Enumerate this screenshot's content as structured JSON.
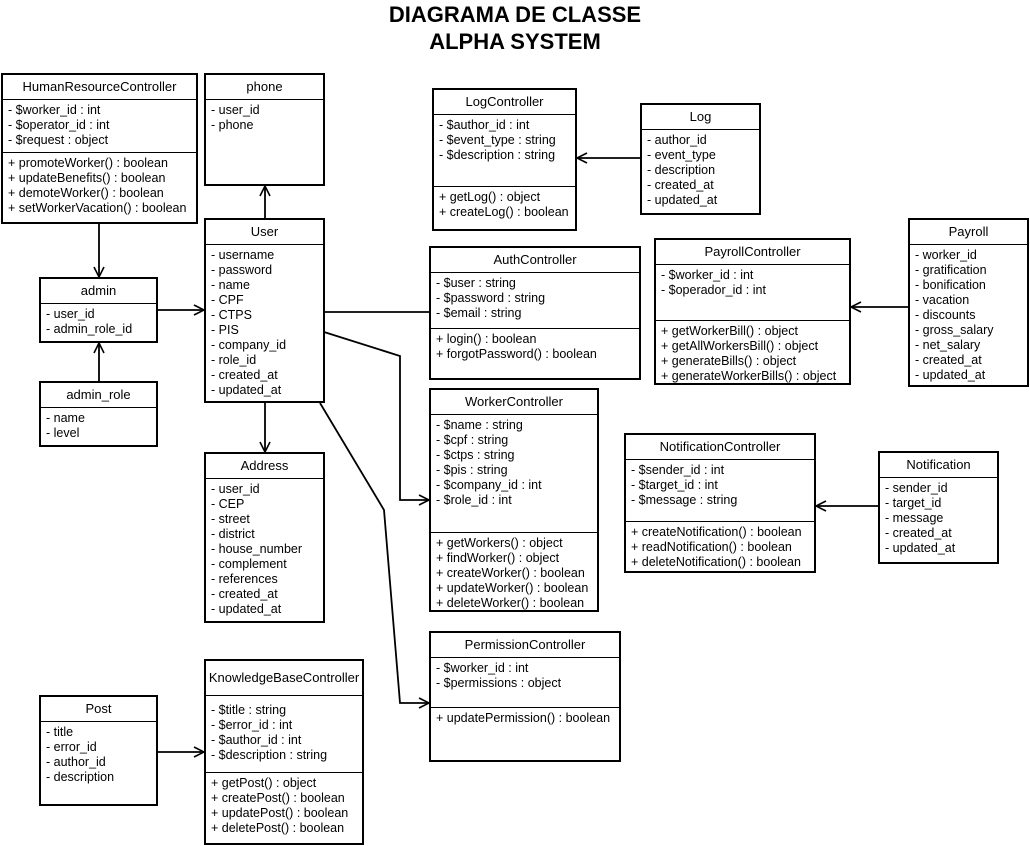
{
  "title": [
    "DIAGRAMA DE CLASSE",
    "ALPHA SYSTEM"
  ],
  "classes": {
    "human_resource_controller": {
      "name": "HumanResourceController",
      "attributes": [
        "- $worker_id : int",
        "- $operator_id : int",
        "- $request : object"
      ],
      "methods": [
        "+ promoteWorker() : boolean",
        "+ updateBenefits() : boolean",
        "+ demoteWorker() : boolean",
        "+ setWorkerVacation() : boolean"
      ]
    },
    "phone": {
      "name": "phone",
      "attributes": [
        "- user_id",
        "- phone"
      ]
    },
    "log_controller": {
      "name": "LogController",
      "attributes": [
        "- $author_id : int",
        "- $event_type : string",
        "- $description : string"
      ],
      "methods": [
        "+ getLog() : object",
        "+ createLog() : boolean"
      ]
    },
    "log": {
      "name": "Log",
      "attributes": [
        "- author_id",
        "- event_type",
        "- description",
        "- created_at",
        "- updated_at"
      ]
    },
    "admin": {
      "name": "admin",
      "attributes": [
        "- user_id",
        "- admin_role_id"
      ]
    },
    "user": {
      "name": "User",
      "attributes": [
        "- username",
        "- password",
        "- name",
        "- CPF",
        "- CTPS",
        "- PIS",
        "- company_id",
        "- role_id",
        "- created_at",
        "- updated_at"
      ]
    },
    "auth_controller": {
      "name": "AuthController",
      "attributes": [
        "- $user : string",
        "- $password : string",
        "- $email : string"
      ],
      "methods": [
        "+ login() : boolean",
        "+ forgotPassword() : boolean"
      ]
    },
    "payroll_controller": {
      "name": "PayrollController",
      "attributes": [
        "- $worker_id : int",
        "- $operador_id : int"
      ],
      "methods": [
        "+ getWorkerBill() : object",
        "+ getAllWorkersBill() : object",
        "+ generateBills() : object",
        "+ generateWorkerBills() : object"
      ]
    },
    "payroll": {
      "name": "Payroll",
      "attributes": [
        "- worker_id",
        "- gratification",
        "- bonification",
        "- vacation",
        "- discounts",
        "- gross_salary",
        "- net_salary",
        "- created_at",
        "- updated_at"
      ]
    },
    "admin_role": {
      "name": "admin_role",
      "attributes": [
        "- name",
        "- level"
      ]
    },
    "worker_controller": {
      "name": "WorkerController",
      "attributes": [
        "- $name : string",
        "- $cpf : string",
        "- $ctps : string",
        "- $pis : string",
        "- $company_id : int",
        "- $role_id : int"
      ],
      "methods": [
        "+ getWorkers() : object",
        "+ findWorker() : object",
        "+ createWorker() : boolean",
        "+ updateWorker() : boolean",
        "+ deleteWorker() : boolean"
      ]
    },
    "notification_controller": {
      "name": "NotificationController",
      "attributes": [
        "- $sender_id : int",
        "- $target_id : int",
        "- $message : string"
      ],
      "methods": [
        "+ createNotification() : boolean",
        "+ readNotification() : boolean",
        "+ deleteNotification() : boolean"
      ]
    },
    "notification": {
      "name": "Notification",
      "attributes": [
        "- sender_id",
        "- target_id",
        "- message",
        "- created_at",
        "- updated_at"
      ]
    },
    "address": {
      "name": "Address",
      "attributes": [
        "- user_id",
        "- CEP",
        "- street",
        "- district",
        "- house_number",
        "- complement",
        "- references",
        "- created_at",
        "- updated_at"
      ]
    },
    "permission_controller": {
      "name": "PermissionController",
      "attributes": [
        "- $worker_id : int",
        "- $permissions : object"
      ],
      "methods": [
        "+ updatePermission() : boolean"
      ]
    },
    "knowledge_base_controller": {
      "name": "KnowledgeBaseController",
      "attributes": [
        "- $title : string",
        "- $error_id : int",
        "- $author_id : int",
        "- $description : string"
      ],
      "methods": [
        "+ getPost() : object",
        "+ createPost() : boolean",
        "+ updatePost() : boolean",
        "+ deletePost() : boolean"
      ]
    },
    "post": {
      "name": "Post",
      "attributes": [
        "- title",
        "- error_id",
        "- author_id",
        "- description"
      ]
    }
  }
}
